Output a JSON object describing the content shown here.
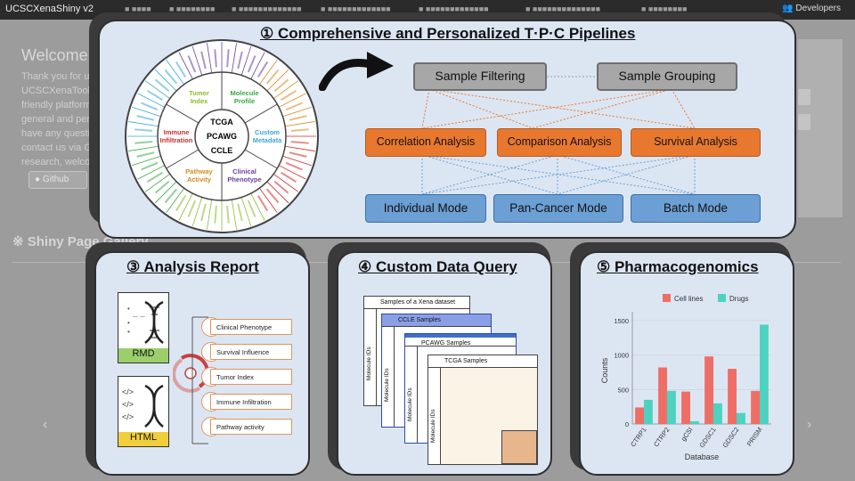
{
  "app": {
    "brand": "UCSCXenaShiny v2",
    "developers": "Developers",
    "welcome": "Welcome",
    "intro_lines": [
      "Thank you for us",
      "UCSCXenaTools",
      "friendly platform",
      "general and perso",
      "have any questio",
      "contact us via G",
      "research, welco"
    ],
    "github": "Github",
    "gallery_title": "※ Shiny Page Gallery"
  },
  "panel1": {
    "title": "① Comprehensive and Personalized  T·P·C Pipelines",
    "wheel": {
      "center": [
        "TCGA",
        "PCAWG",
        "CCLE"
      ],
      "sectors": [
        {
          "label": "Tumor\nIndex",
          "color": "#8bbb2c"
        },
        {
          "label": "Molecule\nProfile",
          "color": "#3aa845"
        },
        {
          "label": "Custom\nMetadata",
          "color": "#39a7d8"
        },
        {
          "label": "Clinical\nPhenotype",
          "color": "#6a3fa0"
        },
        {
          "label": "Pathway\nActivity",
          "color": "#d48a20"
        },
        {
          "label": "Immune\nInfiltration",
          "color": "#d02a2a"
        }
      ]
    },
    "filtering": "Sample Filtering",
    "grouping": "Sample Grouping",
    "analyses": [
      "Correlation Analysis",
      "Comparison Analysis",
      "Survival Analysis"
    ],
    "modes": [
      "Individual Mode",
      "Pan-Cancer Mode",
      "Batch  Mode"
    ]
  },
  "panel2": {
    "title": "③ Analysis Report",
    "doc_rmd": "RMD",
    "doc_html": "HTML",
    "items": [
      "Clinical Phenotype",
      "Survival  Influence",
      "Tumor Index",
      "Immune Infiltration",
      "Pathway activity"
    ]
  },
  "panel3": {
    "title": "④ Custom Data Query",
    "sheets": [
      {
        "head": "Samples of a Xena dataset",
        "side": "Molecule IDs",
        "color": "#ffffff"
      },
      {
        "head": "CCLE Samples",
        "side": "Molecule IDs",
        "color": "#6a7fd6"
      },
      {
        "head": "PCAWG Samples",
        "side": "Molecule IDs",
        "color": "#5a8bd8"
      },
      {
        "head": "TCGA Samples",
        "side": "Molecule IDs",
        "color": "#ffffff"
      }
    ]
  },
  "panel4": {
    "title": "⑤ Pharmacogenomics"
  },
  "colors": {
    "panel_bg": "#dce6f3",
    "orange": "#e9782f",
    "blue": "#6c9fd4",
    "gray_box": "#a7a7a7",
    "cell_lines": "#ee6e66",
    "drugs": "#4dd2c0"
  },
  "chart_data": {
    "type": "bar",
    "categories": [
      "CTRP1",
      "CTRP2",
      "gCSI",
      "GDSC1",
      "GDSC2",
      "PRISM"
    ],
    "series": [
      {
        "name": "Cell lines",
        "values": [
          240,
          820,
          470,
          980,
          800,
          480
        ]
      },
      {
        "name": "Drugs",
        "values": [
          350,
          480,
          40,
          300,
          160,
          1440
        ]
      }
    ],
    "xlabel": "Database",
    "ylabel": "Counts",
    "ylim": [
      0,
      1550
    ],
    "yticks": [
      0,
      500,
      1000,
      1500
    ],
    "legend": "top"
  }
}
